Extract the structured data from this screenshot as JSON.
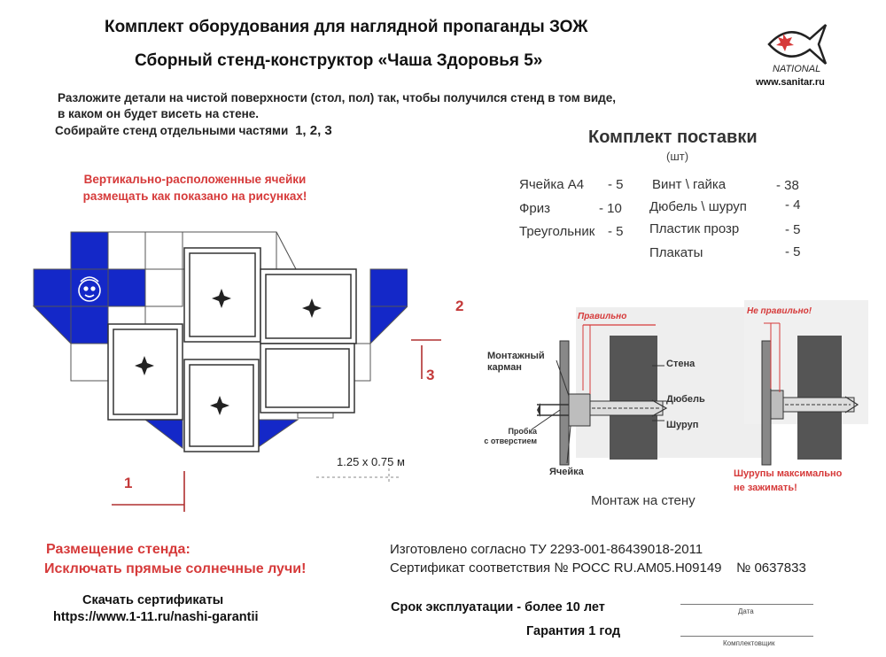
{
  "header": {
    "title_line1": "Комплект оборудования для наглядной пропаганды ЗОЖ",
    "title_line2": "Сборный стенд-конструктор «Чаша Здоровья 5»"
  },
  "brand": {
    "name": "NATIONAL",
    "site": "www.sanitar.ru"
  },
  "instructions": {
    "line1": "Разложите детали на чистой поверхности (стол, пол) так, чтобы получился стенд в том виде,",
    "line2": "в каком он будет висеть на стене.",
    "line3": "Собирайте стенд отдельными частями",
    "parts": "1, 2, 3"
  },
  "vertical_note": {
    "line1": "Вертикально-расположенные ячейки",
    "line2": "размещать как показано на рисунках!"
  },
  "kit": {
    "title": "Комплект поставки",
    "unit": "(шт)",
    "left": [
      {
        "label": "Ячейка А4",
        "count": "- 5"
      },
      {
        "label": "Фриз",
        "count": "- 10"
      },
      {
        "label": "Треугольник",
        "count": "- 5"
      }
    ],
    "right": [
      {
        "label": "Винт \\ гайка",
        "count": "- 38"
      },
      {
        "label": "Дюбель \\ шуруп",
        "count": "- 4"
      },
      {
        "label": "Пластик прозр",
        "count": "- 5"
      },
      {
        "label": "Плакаты",
        "count": "- 5"
      }
    ]
  },
  "diagram": {
    "part1": "1",
    "part2": "2",
    "part3": "3",
    "size": "1.25 x 0.75 м"
  },
  "mount": {
    "correct": "Правильно",
    "incorrect": "Не правильно!",
    "pocket_line1": "Монтажный",
    "pocket_line2": "карман",
    "wall": "Стена",
    "dowel": "Дюбель",
    "screw": "Шуруп",
    "plug_line1": "Пробка",
    "plug_line2": "с отверстием",
    "cell": "Ячейка",
    "warn_line1": "Шурупы максимально",
    "warn_line2": "не зажимать!",
    "caption": "Монтаж на стену"
  },
  "placement": {
    "line1": "Размещение стенда:",
    "line2": "Исключать прямые солнечные лучи!"
  },
  "certificates": {
    "line1": "Скачать сертификаты",
    "line2": "https://www.1-11.ru/nashi-garantii"
  },
  "manufacture": {
    "line1": "Изготовлено согласно ТУ 2293-001-86439018-2011",
    "line2": "Сертификат соответствия № РОСС RU.АМ05.Н09149    № 0637833"
  },
  "service": {
    "life": "Срок эксплуатации - более 10 лет",
    "warranty": "Гарантия 1 год"
  },
  "signature": {
    "date": "Дата",
    "packer": "Комплектовщик"
  },
  "colors": {
    "blue": "#1428c8",
    "red": "#d63a3a",
    "dark_red": "#c43a3a"
  }
}
